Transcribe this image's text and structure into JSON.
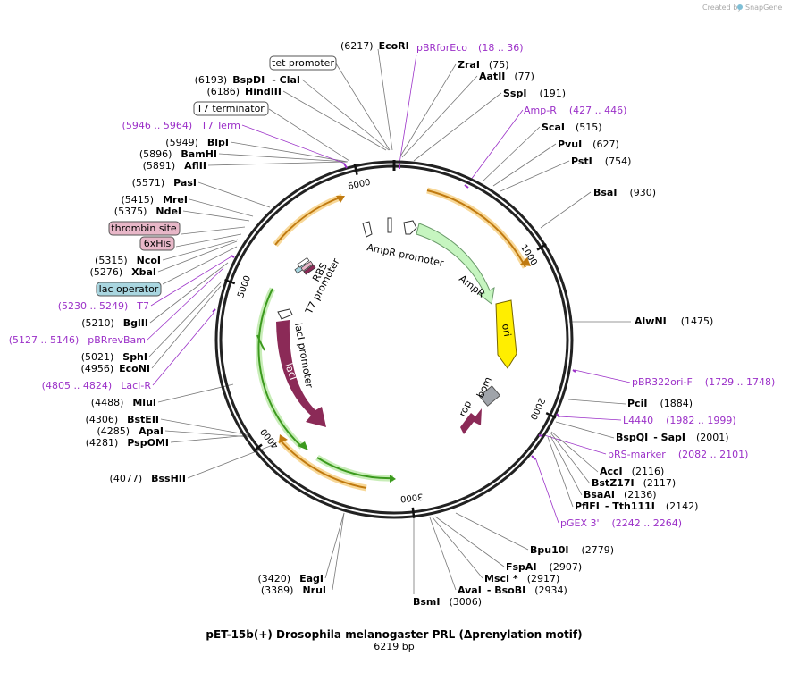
{
  "branding": {
    "created_by": "Created by",
    "product": "SnapGene"
  },
  "map": {
    "title": "pET-15b(+) Drosophila melanogaster PRL (Δprenylation motif)",
    "length_label": "6219 bp",
    "total_bp": 6219,
    "ticks": [
      "1000",
      "2000",
      "3000",
      "4000",
      "5000",
      "6000"
    ]
  },
  "enzymes": [
    {
      "name": "EcoRI",
      "pos": "(6217)"
    },
    {
      "name": "ZraI",
      "pos": "(75)"
    },
    {
      "name": "AatII",
      "pos": "(77)"
    },
    {
      "name": "SspI",
      "pos": "(191)"
    },
    {
      "name": "ScaI",
      "pos": "(515)"
    },
    {
      "name": "PvuI",
      "pos": "(627)"
    },
    {
      "name": "PstI",
      "pos": "(754)"
    },
    {
      "name": "BsaI",
      "pos": "(930)"
    },
    {
      "name": "AlwNI",
      "pos": "(1475)"
    },
    {
      "name": "PciI",
      "pos": "(1884)"
    },
    {
      "name": "BspQI",
      "extra": "- SapI",
      "pos": "(2001)"
    },
    {
      "name": "AccI",
      "pos": "(2116)"
    },
    {
      "name": "BstZ17I",
      "pos": "(2117)"
    },
    {
      "name": "BsaAI",
      "pos": "(2136)"
    },
    {
      "name": "PflFI",
      "extra": "- Tth111I",
      "pos": "(2142)"
    },
    {
      "name": "Bpu10I",
      "pos": "(2779)"
    },
    {
      "name": "FspAI",
      "pos": "(2907)"
    },
    {
      "name": "MscI *",
      "pos": "(2917)"
    },
    {
      "name": "AvaI",
      "extra": "- BsoBI",
      "pos": "(2934)"
    },
    {
      "name": "BsmI",
      "pos": "(3006)"
    },
    {
      "name": "EagI",
      "pos": "(3420)"
    },
    {
      "name": "NruI",
      "pos": "(3389)"
    },
    {
      "name": "BssHII",
      "pos": "(4077)"
    },
    {
      "name": "PspOMI",
      "pos": "(4281)"
    },
    {
      "name": "ApaI",
      "pos": "(4285)"
    },
    {
      "name": "BstEII",
      "pos": "(4306)"
    },
    {
      "name": "MluI",
      "pos": "(4488)"
    },
    {
      "name": "EcoNI",
      "pos": "(4956)"
    },
    {
      "name": "SphI",
      "pos": "(5021)"
    },
    {
      "name": "BglII",
      "pos": "(5210)"
    },
    {
      "name": "XbaI",
      "pos": "(5276)"
    },
    {
      "name": "NcoI",
      "pos": "(5315)"
    },
    {
      "name": "NdeI",
      "pos": "(5375)"
    },
    {
      "name": "MreI",
      "pos": "(5415)"
    },
    {
      "name": "PasI",
      "pos": "(5571)"
    },
    {
      "name": "AflII",
      "pos": "(5891)"
    },
    {
      "name": "BamHI",
      "pos": "(5896)"
    },
    {
      "name": "BlpI",
      "pos": "(5949)"
    },
    {
      "name": "HindIII",
      "pos": "(6186)"
    },
    {
      "name": "BspDI",
      "extra": "- ClaI",
      "pos": "(6193)"
    }
  ],
  "primers": [
    {
      "name": "pBRforEco",
      "range": "(18 .. 36)"
    },
    {
      "name": "Amp-R",
      "range": "(427 .. 446)"
    },
    {
      "name": "pBR322ori-F",
      "range": "(1729 .. 1748)"
    },
    {
      "name": "L4440",
      "range": "(1982 .. 1999)"
    },
    {
      "name": "pRS-marker",
      "range": "(2082 .. 2101)"
    },
    {
      "name": "pGEX 3'",
      "range": "(2242 .. 2264)"
    },
    {
      "name": "LacI-R",
      "range": "(4805 .. 4824)"
    },
    {
      "name": "pBRrevBam",
      "range": "(5127 .. 5146)"
    },
    {
      "name": "T7",
      "range": "(5230 .. 5249)"
    },
    {
      "name": "T7 Term",
      "range": "(5946 .. 5964)"
    }
  ],
  "boxed_features": [
    {
      "name": "tet promoter",
      "style": "white"
    },
    {
      "name": "T7 terminator",
      "style": "white"
    },
    {
      "name": "thrombin site",
      "style": "pink"
    },
    {
      "name": "6xHis",
      "style": "pink"
    },
    {
      "name": "lac operator",
      "style": "blue"
    }
  ],
  "inner_features": [
    {
      "name": "AmpR promoter"
    },
    {
      "name": "AmpR"
    },
    {
      "name": "ori"
    },
    {
      "name": "rop"
    },
    {
      "name": "bom"
    },
    {
      "name": "lacI promoter"
    },
    {
      "name": "lacI"
    },
    {
      "name": "T7 promoter"
    },
    {
      "name": "RBS"
    }
  ],
  "colors": {
    "backbone": "#222222",
    "primer": "#9b30c8",
    "ampr": "#c6f5c0",
    "ori": "#ffee00",
    "laci": "#8b2a57",
    "bom": "#a0a4aa",
    "orange_arrow": "#f2b040",
    "green_arrow": "#3c9a1e",
    "pink_box": "#e8b7c8",
    "blue_box": "#a9d6e0"
  }
}
